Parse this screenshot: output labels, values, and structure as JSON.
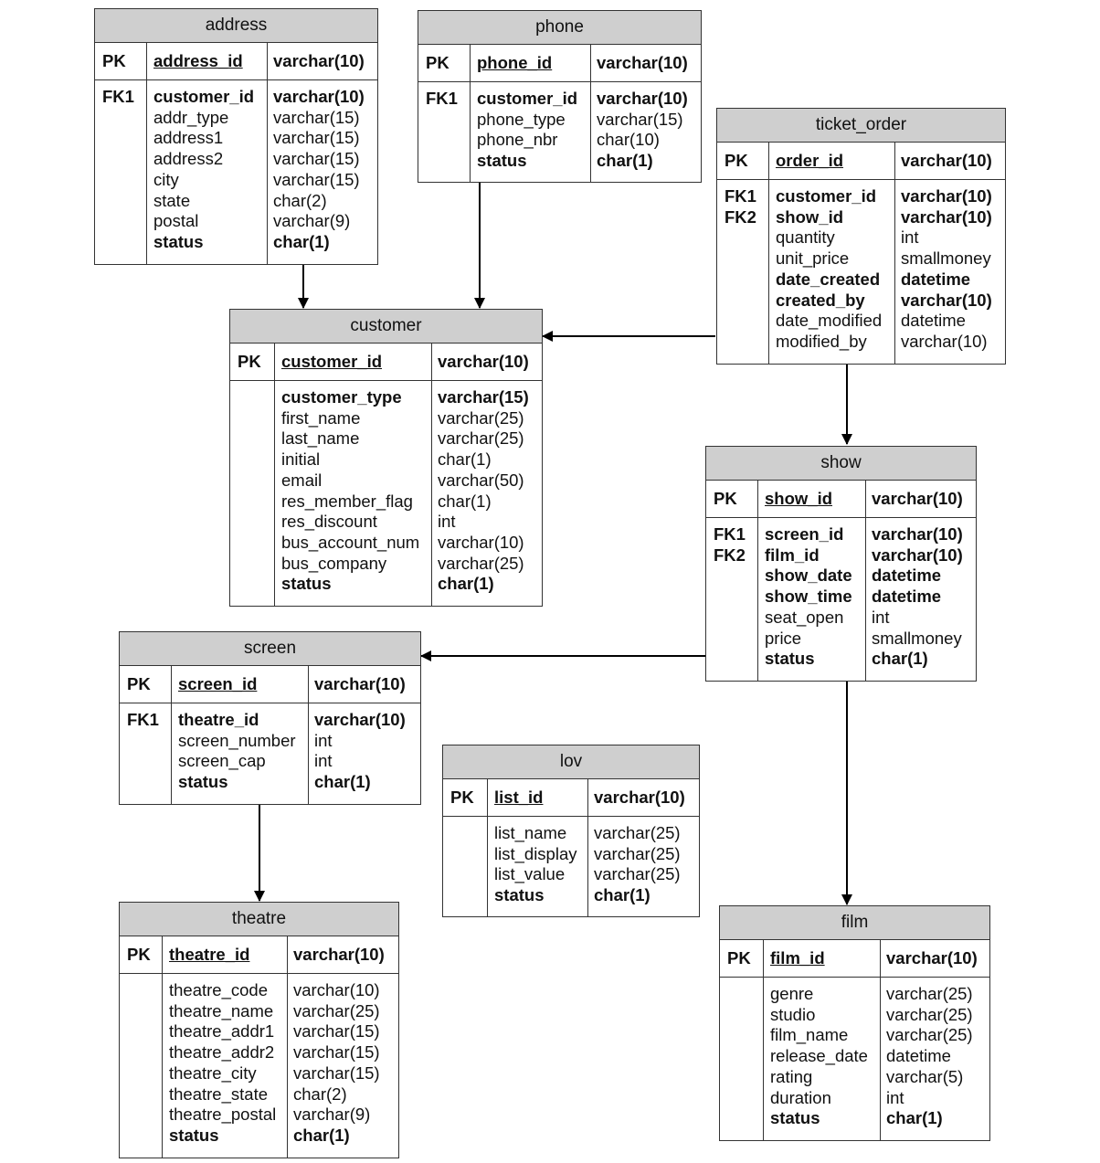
{
  "entities": {
    "address": {
      "title": "address",
      "pk": {
        "key": "PK",
        "name": "address_id",
        "type": "varchar(10)"
      },
      "keys": [
        "FK1"
      ],
      "fields": [
        {
          "name": "customer_id",
          "type": "varchar(10)",
          "bold": true
        },
        {
          "name": "addr_type",
          "type": "varchar(15)",
          "bold": false
        },
        {
          "name": "address1",
          "type": "varchar(15)",
          "bold": false
        },
        {
          "name": "address2",
          "type": "varchar(15)",
          "bold": false
        },
        {
          "name": "city",
          "type": "varchar(15)",
          "bold": false
        },
        {
          "name": "state",
          "type": "char(2)",
          "bold": false
        },
        {
          "name": "postal",
          "type": "varchar(9)",
          "bold": false
        },
        {
          "name": "status",
          "type": "char(1)",
          "bold": true
        }
      ]
    },
    "phone": {
      "title": "phone",
      "pk": {
        "key": "PK",
        "name": "phone_id",
        "type": "varchar(10)"
      },
      "keys": [
        "FK1"
      ],
      "fields": [
        {
          "name": "customer_id",
          "type": "varchar(10)",
          "bold": true
        },
        {
          "name": "phone_type",
          "type": "varchar(15)",
          "bold": false
        },
        {
          "name": "phone_nbr",
          "type": "char(10)",
          "bold": false
        },
        {
          "name": "status",
          "type": "char(1)",
          "bold": true
        }
      ]
    },
    "ticket_order": {
      "title": "ticket_order",
      "pk": {
        "key": "PK",
        "name": "order_id",
        "type": "varchar(10)"
      },
      "keys": [
        "FK1",
        "FK2"
      ],
      "fields": [
        {
          "name": "customer_id",
          "type": "varchar(10)",
          "bold": true
        },
        {
          "name": "show_id",
          "type": "varchar(10)",
          "bold": true
        },
        {
          "name": "quantity",
          "type": "int",
          "bold": false
        },
        {
          "name": "unit_price",
          "type": "smallmoney",
          "bold": false
        },
        {
          "name": "date_created",
          "type": "datetime",
          "bold": true
        },
        {
          "name": "created_by",
          "type": "varchar(10)",
          "bold": true
        },
        {
          "name": "date_modified",
          "type": "datetime",
          "bold": false
        },
        {
          "name": "modified_by",
          "type": "varchar(10)",
          "bold": false
        }
      ]
    },
    "customer": {
      "title": "customer",
      "pk": {
        "key": "PK",
        "name": "customer_id",
        "type": "varchar(10)"
      },
      "keys": [],
      "fields": [
        {
          "name": "customer_type",
          "type": "varchar(15)",
          "bold": true
        },
        {
          "name": "first_name",
          "type": "varchar(25)",
          "bold": false
        },
        {
          "name": "last_name",
          "type": "varchar(25)",
          "bold": false
        },
        {
          "name": "initial",
          "type": "char(1)",
          "bold": false
        },
        {
          "name": "email",
          "type": "varchar(50)",
          "bold": false
        },
        {
          "name": "res_member_flag",
          "type": "char(1)",
          "bold": false
        },
        {
          "name": "res_discount",
          "type": "int",
          "bold": false
        },
        {
          "name": "bus_account_num",
          "type": "varchar(10)",
          "bold": false
        },
        {
          "name": "bus_company",
          "type": "varchar(25)",
          "bold": false
        },
        {
          "name": "status",
          "type": "char(1)",
          "bold": true
        }
      ]
    },
    "show": {
      "title": "show",
      "pk": {
        "key": "PK",
        "name": "show_id",
        "type": "varchar(10)"
      },
      "keys": [
        "FK1",
        "FK2"
      ],
      "fields": [
        {
          "name": "screen_id",
          "type": "varchar(10)",
          "bold": true
        },
        {
          "name": "film_id",
          "type": "varchar(10)",
          "bold": true
        },
        {
          "name": "show_date",
          "type": "datetime",
          "bold": true
        },
        {
          "name": "show_time",
          "type": "datetime",
          "bold": true
        },
        {
          "name": "seat_open",
          "type": "int",
          "bold": false
        },
        {
          "name": "price",
          "type": "smallmoney",
          "bold": false
        },
        {
          "name": "status",
          "type": "char(1)",
          "bold": true
        }
      ]
    },
    "screen": {
      "title": "screen",
      "pk": {
        "key": "PK",
        "name": "screen_id",
        "type": "varchar(10)"
      },
      "keys": [
        "FK1"
      ],
      "fields": [
        {
          "name": "theatre_id",
          "type": "varchar(10)",
          "bold": true
        },
        {
          "name": "screen_number",
          "type": "int",
          "bold": false
        },
        {
          "name": "screen_cap",
          "type": "int",
          "bold": false
        },
        {
          "name": "status",
          "type": "char(1)",
          "bold": true
        }
      ]
    },
    "lov": {
      "title": "lov",
      "pk": {
        "key": "PK",
        "name": "list_id",
        "type": "varchar(10)"
      },
      "keys": [],
      "fields": [
        {
          "name": "list_name",
          "type": "varchar(25)",
          "bold": false
        },
        {
          "name": "list_display",
          "type": "varchar(25)",
          "bold": false
        },
        {
          "name": "list_value",
          "type": "varchar(25)",
          "bold": false
        },
        {
          "name": "status",
          "type": "char(1)",
          "bold": true
        }
      ]
    },
    "theatre": {
      "title": "theatre",
      "pk": {
        "key": "PK",
        "name": "theatre_id",
        "type": "varchar(10)"
      },
      "keys": [],
      "fields": [
        {
          "name": "theatre_code",
          "type": "varchar(10)",
          "bold": false
        },
        {
          "name": "theatre_name",
          "type": "varchar(25)",
          "bold": false
        },
        {
          "name": "theatre_addr1",
          "type": "varchar(15)",
          "bold": false
        },
        {
          "name": "theatre_addr2",
          "type": "varchar(15)",
          "bold": false
        },
        {
          "name": "theatre_city",
          "type": "varchar(15)",
          "bold": false
        },
        {
          "name": "theatre_state",
          "type": "char(2)",
          "bold": false
        },
        {
          "name": "theatre_postal",
          "type": "varchar(9)",
          "bold": false
        },
        {
          "name": "status",
          "type": "char(1)",
          "bold": true
        }
      ]
    },
    "film": {
      "title": "film",
      "pk": {
        "key": "PK",
        "name": "film_id",
        "type": "varchar(10)"
      },
      "keys": [],
      "fields": [
        {
          "name": "genre",
          "type": "varchar(25)",
          "bold": false
        },
        {
          "name": "studio",
          "type": "varchar(25)",
          "bold": false
        },
        {
          "name": "film_name",
          "type": "varchar(25)",
          "bold": false
        },
        {
          "name": "release_date",
          "type": "datetime",
          "bold": false
        },
        {
          "name": "rating",
          "type": "varchar(5)",
          "bold": false
        },
        {
          "name": "duration",
          "type": "int",
          "bold": false
        },
        {
          "name": "status",
          "type": "char(1)",
          "bold": true
        }
      ]
    }
  },
  "relationships": [
    {
      "from": "address",
      "to": "customer"
    },
    {
      "from": "phone",
      "to": "customer"
    },
    {
      "from": "ticket_order",
      "to": "customer"
    },
    {
      "from": "ticket_order",
      "to": "show"
    },
    {
      "from": "show",
      "to": "screen"
    },
    {
      "from": "show",
      "to": "film"
    },
    {
      "from": "screen",
      "to": "theatre"
    }
  ]
}
